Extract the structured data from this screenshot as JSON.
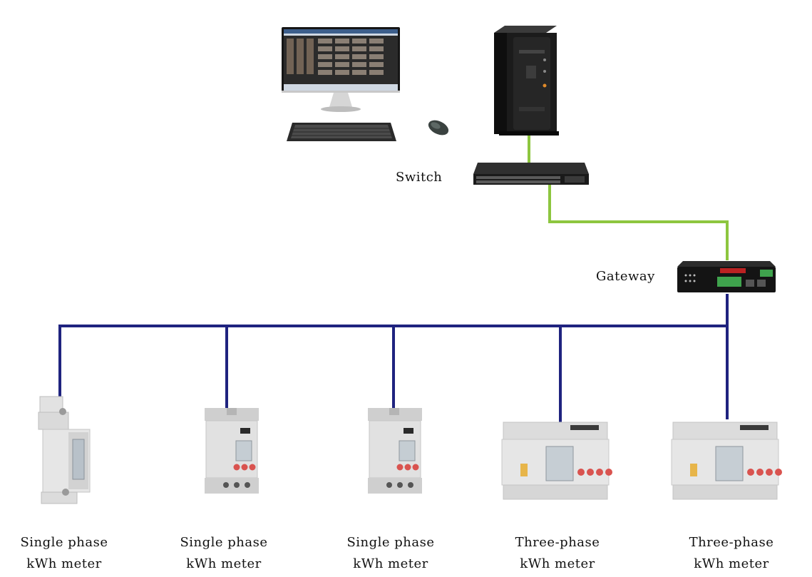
{
  "labels": {
    "switch": "Switch",
    "gateway": "Gateway"
  },
  "meters": [
    {
      "line1": "Single phase",
      "line2": "kWh meter",
      "kind": "din-slim"
    },
    {
      "line1": "Single phase",
      "line2": "kWh meter",
      "kind": "din-single"
    },
    {
      "line1": "Single phase",
      "line2": "kWh meter",
      "kind": "din-single"
    },
    {
      "line1": "Three-phase",
      "line2": "kWh meter",
      "kind": "din-three"
    },
    {
      "line1": "Three-phase",
      "line2": "kWh meter",
      "kind": "din-three"
    }
  ],
  "colors": {
    "ethernet": "#8dc63f",
    "rs485": "#1f237f",
    "device_dark": "#1c1c1c",
    "meter_body": "#d8d8d8",
    "button": "#d9534f"
  },
  "icons": [
    "computer-monitor-icon",
    "keyboard-icon",
    "mouse-icon",
    "server-tower-icon",
    "network-switch-icon",
    "gateway-device-icon"
  ]
}
